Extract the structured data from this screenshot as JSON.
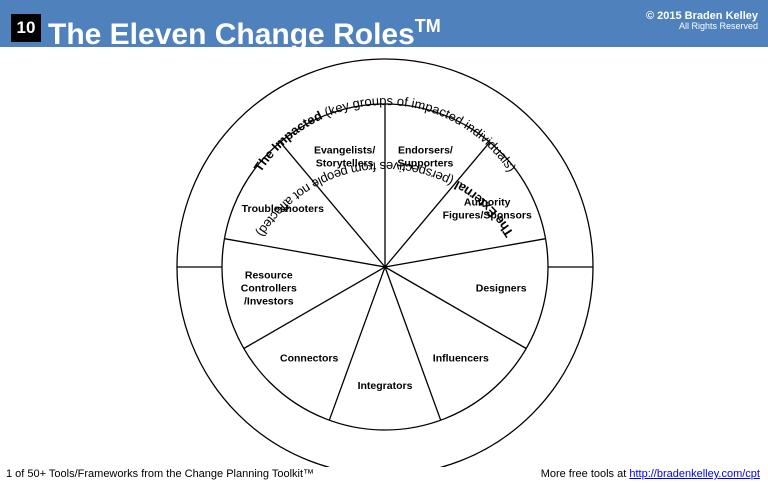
{
  "header": {
    "number": "10",
    "title": "The Eleven Change Roles",
    "title_sup": "TM",
    "copyright": "© 2015 Braden Kelley",
    "rights": "All Rights Reserved",
    "bg_color": "#4f81bd"
  },
  "diagram": {
    "outer_top_bold": "The Impacted",
    "outer_top_rest": " (key groups of impacted individuals)",
    "outer_bottom_bold": "The External",
    "outer_bottom_rest": " (perspectives from people not affected)",
    "roles": [
      [
        "Endorsers/",
        "Supporters"
      ],
      [
        "Authority",
        "Figures/Sponsors"
      ],
      [
        "Designers"
      ],
      [
        "Influencers"
      ],
      [
        "Integrators"
      ],
      [
        "Connectors"
      ],
      [
        "Resource",
        "Controllers",
        "/Investors"
      ],
      [
        "Troubleshooters"
      ],
      [
        "Evangelists/",
        "Storytellers"
      ]
    ]
  },
  "footer": {
    "left": "1 of 50+ Tools/Frameworks from the Change Planning Toolkit™",
    "right_prefix": "More free tools at ",
    "link": "http://bradenkelley.com/cpt"
  }
}
